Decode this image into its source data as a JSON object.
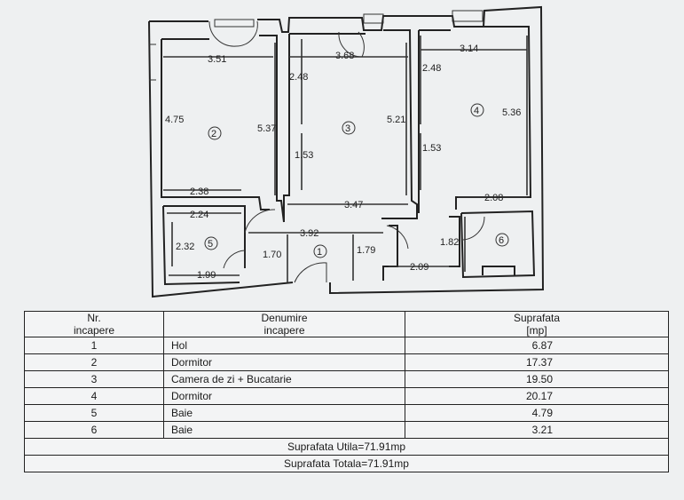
{
  "plan": {
    "dimensions": [
      "3.51",
      "3.68",
      "3.14",
      "2.48",
      "2.48",
      "4.75",
      "5.37",
      "5.21",
      "5.36",
      "1.53",
      "1.53",
      "2.38",
      "2.08",
      "3.47",
      "2.24",
      "3.92",
      "2.32",
      "1.70",
      "1.79",
      "1.82",
      "1.99",
      "2.09"
    ],
    "room_markers": [
      "1",
      "2",
      "3",
      "4",
      "5",
      "6"
    ]
  },
  "table": {
    "headers": {
      "nr_line1": "Nr.",
      "nr_line2": "incapere",
      "name_line1": "Denumire",
      "name_line2": "incapere",
      "area_line1": "Suprafata",
      "area_line2": "[mp]"
    },
    "rows": [
      {
        "nr": "1",
        "name": "Hol",
        "area": "6.87"
      },
      {
        "nr": "2",
        "name": "Dormitor",
        "area": "17.37"
      },
      {
        "nr": "3",
        "name": "Camera de zi + Bucatarie",
        "area": "19.50"
      },
      {
        "nr": "4",
        "name": "Dormitor",
        "area": "20.17"
      },
      {
        "nr": "5",
        "name": "Baie",
        "area": "4.79"
      },
      {
        "nr": "6",
        "name": "Baie",
        "area": "3.21"
      }
    ],
    "total_useful": "Suprafata Utila=71.91mp",
    "total_full": "Suprafata Totala=71.91mp"
  }
}
